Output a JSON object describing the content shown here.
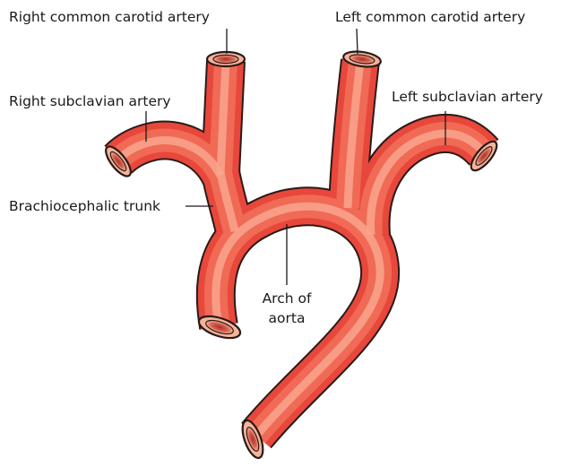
{
  "labels": {
    "right_common_carotid": "Right common carotid artery",
    "left_common_carotid": "Left common carotid artery",
    "right_subclavian": "Right subclavian artery",
    "left_subclavian": "Left subclavian artery",
    "brachiocephalic_trunk": "Brachiocephalic trunk",
    "arch_of_aorta_line1": "Arch of",
    "arch_of_aorta_line2": "aorta"
  },
  "colors": {
    "vessel_fill": "#e8473c",
    "vessel_highlight": "#f9a48e",
    "vessel_outline": "#2a1a18",
    "lumen_inner": "#f4b49a",
    "background": "#ffffff",
    "text": "#1a1a1a"
  }
}
